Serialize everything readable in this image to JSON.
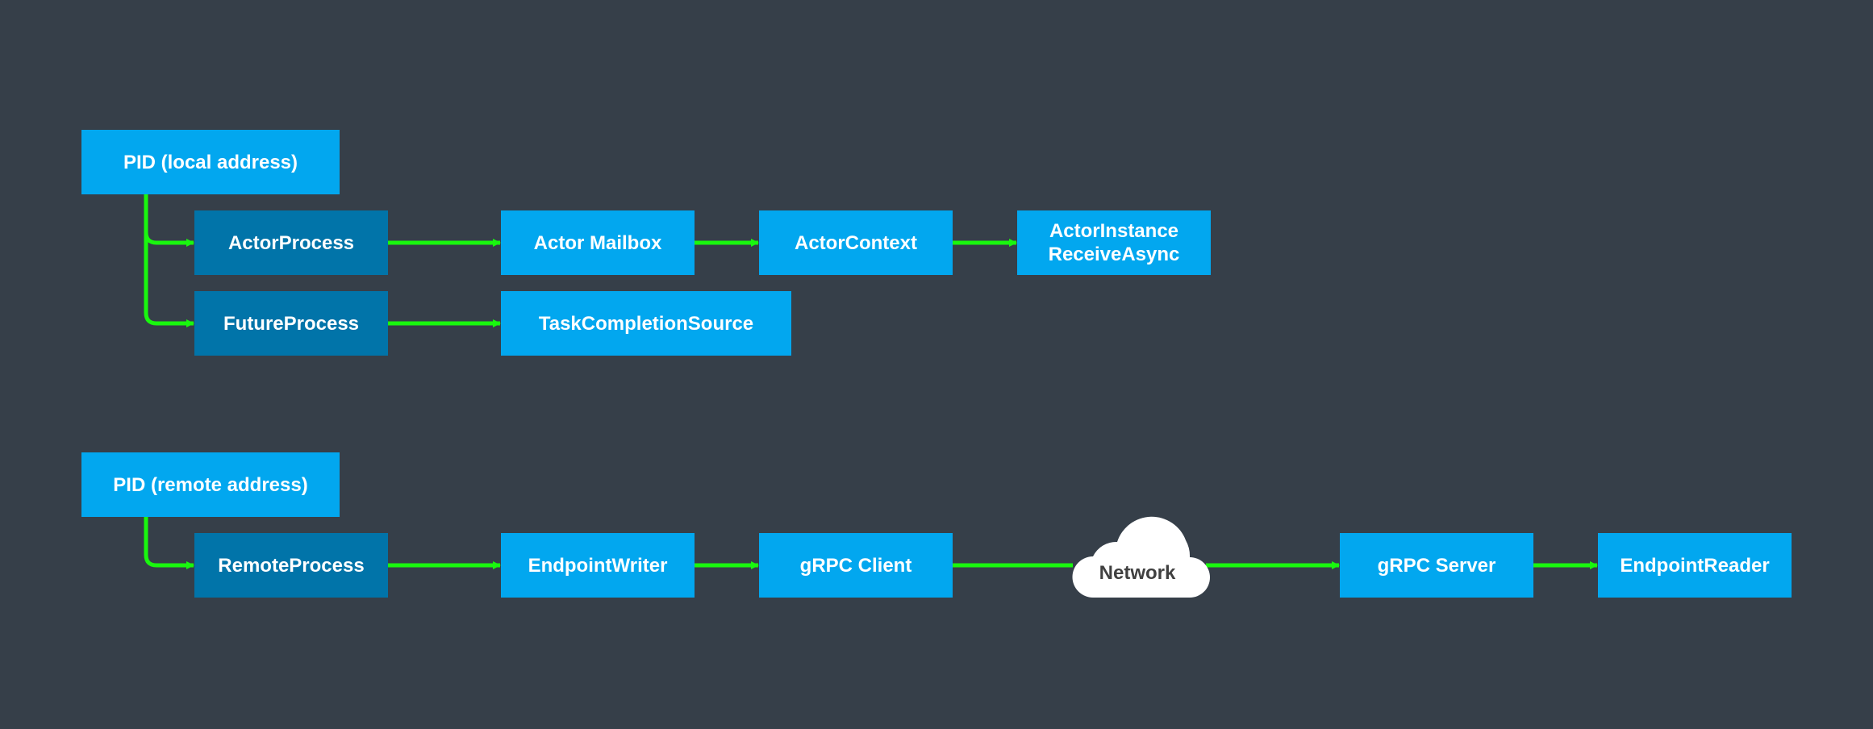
{
  "colors": {
    "background": "#363f49",
    "box_light": "#02a7ef",
    "box_dark": "#0174a9",
    "arrow": "#19f70e",
    "cloud": "#ffffff",
    "text": "#ffffff",
    "cloud_text": "#404040"
  },
  "local": {
    "pid": "PID (local address)",
    "actor_process": "ActorProcess",
    "actor_mailbox": "Actor Mailbox",
    "actor_context": "ActorContext",
    "actor_instance_line1": "ActorInstance",
    "actor_instance_line2": "ReceiveAsync",
    "future_process": "FutureProcess",
    "task_completion_source": "TaskCompletionSource"
  },
  "remote": {
    "pid": "PID (remote address)",
    "remote_process": "RemoteProcess",
    "endpoint_writer": "EndpointWriter",
    "grpc_client": "gRPC Client",
    "network": "Network",
    "grpc_server": "gRPC Server",
    "endpoint_reader": "EndpointReader"
  },
  "icons": {
    "network": "cloud-icon",
    "connectors": "arrow-icon"
  }
}
